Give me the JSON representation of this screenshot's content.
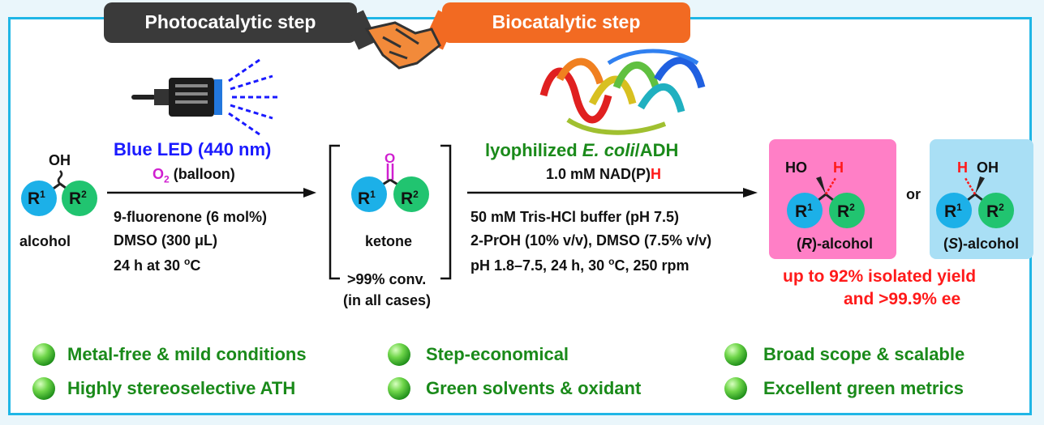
{
  "tabs": {
    "photo": "Photocatalytic step",
    "bio": "Biocatalytic step"
  },
  "colors": {
    "frame": "#1fb6e6",
    "photo_tab": "#3a3a3a",
    "bio_tab": "#f26a22",
    "blue_led": "#1a1aff",
    "oxygen": "#d01fd0",
    "green": "#1a8a1a",
    "red": "#ff1a1a",
    "r_box": "#ff7fc6",
    "s_box": "#a9dff5"
  },
  "icons": {
    "lamp": "led-lamp-icon",
    "handshake": "handshake-icon",
    "protein": "protein-structure-icon",
    "bullet": "green-sphere-bullet-icon"
  },
  "alcohol": {
    "oh": "OH",
    "r1": "R",
    "r1_sup": "1",
    "r2": "R",
    "r2_sup": "2",
    "label": "alcohol"
  },
  "step1": {
    "light": "Blue LED (440 nm)",
    "o2": "O",
    "o2_sub": "2",
    "balloon": " (balloon)",
    "cond1": "9-fluorenone (6 mol%)",
    "cond2": "DMSO (300 μL)",
    "cond3_a": "24 h at 30 ",
    "cond3_sup": "o",
    "cond3_b": "C"
  },
  "ketone": {
    "o": "O",
    "label": "ketone",
    "conv1": ">99% conv.",
    "conv2": "(in all cases)"
  },
  "step2": {
    "catalyst_a": "lyophilized ",
    "catalyst_b": "E. coli",
    "catalyst_c": "/ADH",
    "cofactor_a": "1.0 mM NAD(P)",
    "cofactor_h": "H",
    "cond1": "50 mM Tris-HCl buffer (pH 7.5)",
    "cond2": "2-PrOH (10% v/v), DMSO (7.5% v/v)",
    "cond3_a": "pH 1.8–7.5, 24 h, 30 ",
    "cond3_sup": "o",
    "cond3_b": "C, 250 rpm"
  },
  "products": {
    "r_ho": "HO",
    "r_h": "H",
    "r_label_a": "(",
    "r_label_b": "R",
    "r_label_c": ")-alcohol",
    "or": "or",
    "s_h": "H",
    "s_oh": "OH",
    "s_label_a": "(",
    "s_label_b": "S",
    "s_label_c": ")-alcohol"
  },
  "yield": {
    "line1": "up to 92% isolated yield",
    "line2": "and >99.9% ee"
  },
  "features": [
    "Metal-free & mild conditions",
    "Highly stereoselective ATH",
    "Step-economical",
    "Green solvents & oxidant",
    "Broad scope & scalable",
    "Excellent green metrics"
  ]
}
